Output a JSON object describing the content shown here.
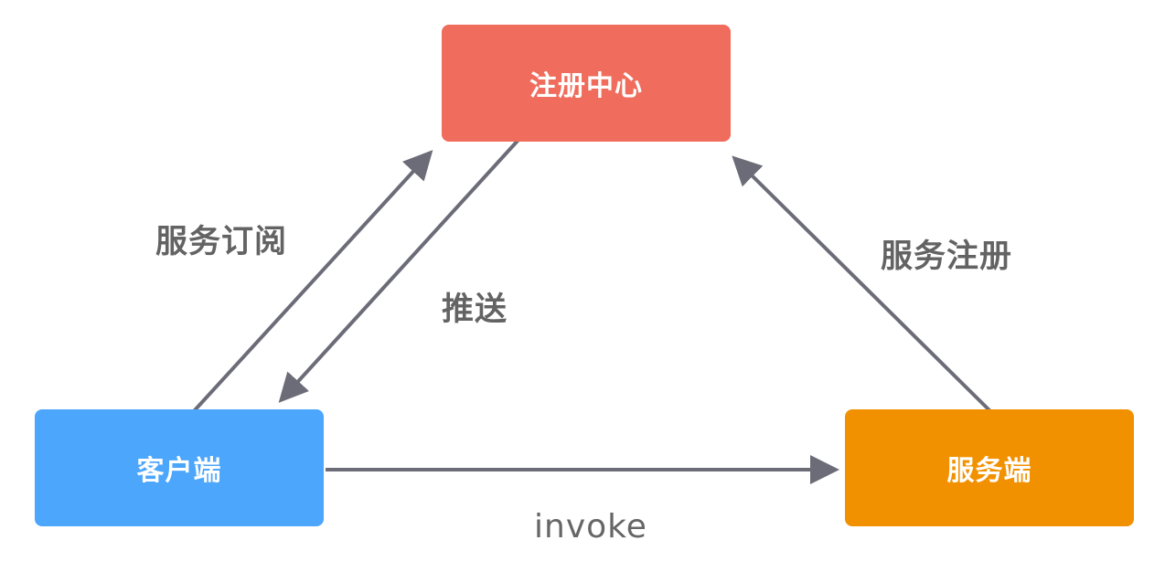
{
  "nodes": {
    "registry": {
      "label": "注册中心",
      "color": "#F06C5C"
    },
    "client": {
      "label": "客户端",
      "color": "#4BA6FC"
    },
    "server": {
      "label": "服务端",
      "color": "#F29100"
    }
  },
  "edges": {
    "subscribe": {
      "label": "服务订阅"
    },
    "push": {
      "label": "推送"
    },
    "register": {
      "label": "服务注册"
    },
    "invoke": {
      "label": "invoke"
    }
  },
  "colors": {
    "arrow": "#6B6C78",
    "text": "#636363"
  }
}
